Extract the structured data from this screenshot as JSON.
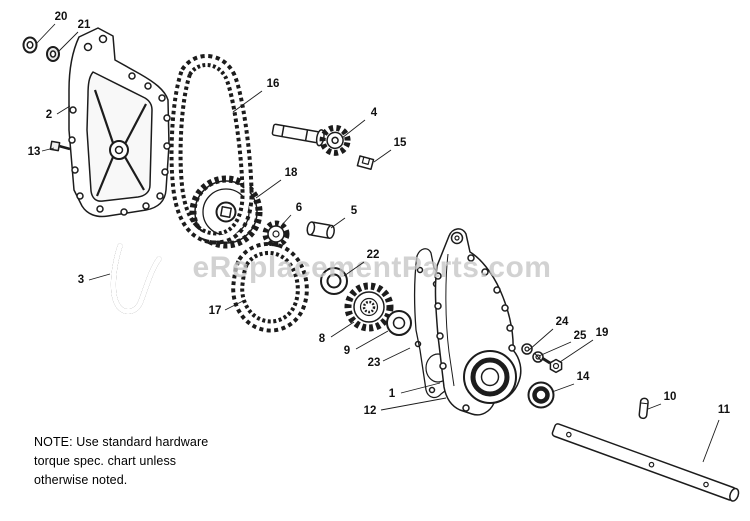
{
  "diagram": {
    "watermark": "eReplacementParts.com",
    "note": {
      "line1": "NOTE: Use standard hardware",
      "line2": "torque spec. chart unless",
      "line3": "otherwise noted."
    },
    "colors": {
      "line": "#1c1c1c",
      "watermark": "#c6c6c6"
    },
    "callouts": [
      "20",
      "21",
      "2",
      "13",
      "16",
      "4",
      "15",
      "18",
      "6",
      "5",
      "22",
      "3",
      "17",
      "8",
      "9",
      "23",
      "1",
      "12",
      "24",
      "25",
      "19",
      "14",
      "10",
      "11"
    ]
  }
}
